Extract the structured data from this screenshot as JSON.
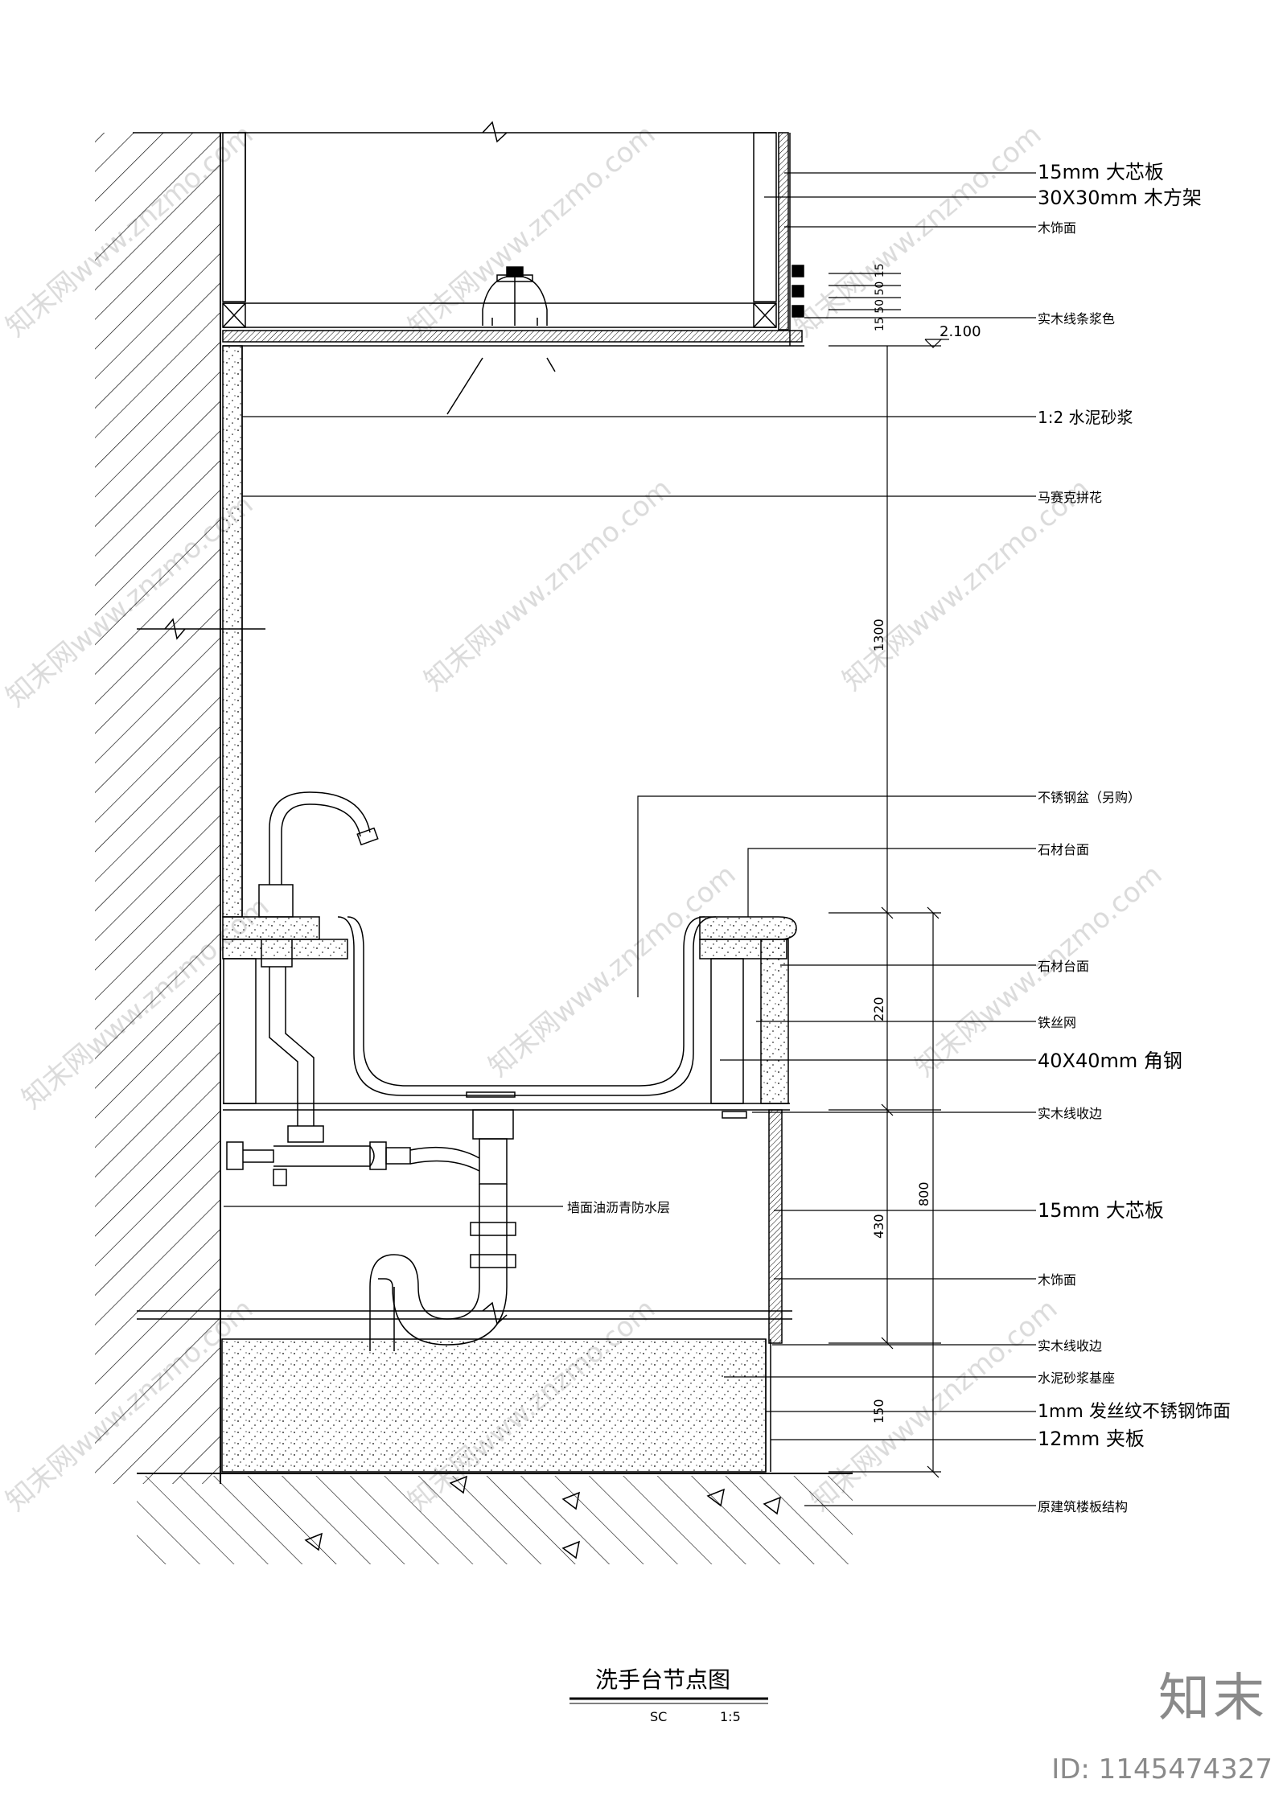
{
  "title": "洗手台节点图",
  "scale_left": "SC",
  "scale_right": "1:5",
  "level_mark": "2.100",
  "labels": {
    "l1": "15mm 大芯板",
    "l2": "30X30mm 木方架",
    "l3": "木饰面",
    "l4": "实木线条浆色",
    "l5": "1:2 水泥砂浆",
    "l6": "马赛克拼花",
    "l7": "不锈钢盆（另购）",
    "l8": "石材台面",
    "l9": "石材台面",
    "l10": "铁丝网",
    "l11": "40X40mm 角钢",
    "l12": "实木线收边",
    "l13": "墙面油沥青防水层",
    "l14": "15mm 大芯板",
    "l15": "木饰面",
    "l16": "实木线收边",
    "l17": "水泥砂浆基座",
    "l18": "1mm 发丝纹不锈钢饰面",
    "l19": "12mm 夹板",
    "l20": "原建筑楼板结构"
  },
  "dims": {
    "d_top": "15 50 50 15",
    "d1300": "1300",
    "d220": "220",
    "d430": "430",
    "d150": "150",
    "d800": "800"
  },
  "watermark": "知末网www.znzmo.com",
  "brand": "知末",
  "image_id": "ID: 1145474327"
}
